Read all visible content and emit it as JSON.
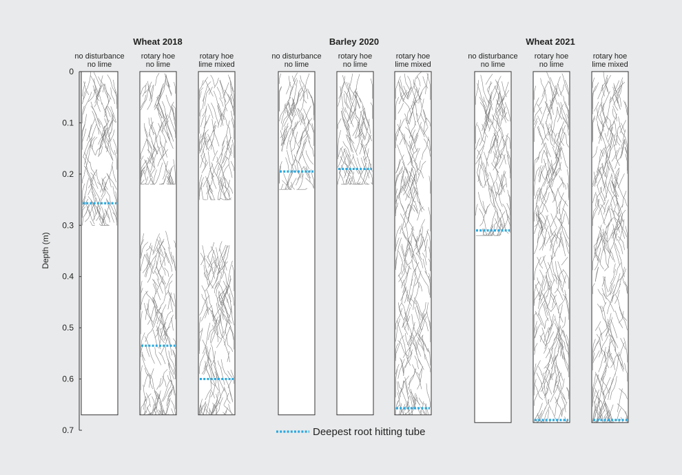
{
  "chart_data": {
    "type": "scatter",
    "ylabel": "Depth (m)",
    "yticks": [
      "0",
      "0.1",
      "0.2",
      "0.3",
      "0.4",
      "0.5",
      "0.6",
      "0.7"
    ],
    "ylim": [
      0,
      0.7
    ],
    "y_reversed": true,
    "legend": {
      "label": "Deepest root hitting tube",
      "color": "#29a8e0",
      "style": "dotted",
      "placement": "bottom-center"
    },
    "colors": {
      "background": "#e9eaeb",
      "tube": "#ffffff",
      "roots": "#555555",
      "marker": "#29a8e0"
    },
    "groups": [
      {
        "title": "Wheat 2018",
        "tubes": [
          {
            "label1": "no disturbance",
            "label2": "no lime",
            "bottom": 0.67,
            "deepest_root": 0.257,
            "root_zones": [
              [
                0.0,
                0.3
              ]
            ]
          },
          {
            "label1": "rotary hoe",
            "label2": "no lime",
            "bottom": 0.67,
            "deepest_root": 0.535,
            "root_zones": [
              [
                0.0,
                0.22
              ],
              [
                0.31,
                0.67
              ]
            ]
          },
          {
            "label1": "rotary hoe",
            "label2": "lime mixed",
            "bottom": 0.67,
            "deepest_root": 0.6,
            "root_zones": [
              [
                0.0,
                0.25
              ],
              [
                0.33,
                0.67
              ]
            ]
          }
        ]
      },
      {
        "title": "Barley 2020",
        "tubes": [
          {
            "label1": "no disturbance",
            "label2": "no lime",
            "bottom": 0.67,
            "deepest_root": 0.195,
            "root_zones": [
              [
                0.0,
                0.23
              ]
            ]
          },
          {
            "label1": "rotary hoe",
            "label2": "no lime",
            "bottom": 0.67,
            "deepest_root": 0.19,
            "root_zones": [
              [
                0.0,
                0.22
              ]
            ]
          },
          {
            "label1": "rotary hoe",
            "label2": "lime mixed",
            "bottom": 0.67,
            "deepest_root": 0.657,
            "root_zones": [
              [
                0.0,
                0.67
              ]
            ]
          }
        ]
      },
      {
        "title": "Wheat 2021",
        "tubes": [
          {
            "label1": "no disturbance",
            "label2": "no lime",
            "bottom": 0.685,
            "deepest_root": 0.31,
            "root_zones": [
              [
                0.0,
                0.32
              ]
            ]
          },
          {
            "label1": "rotary hoe",
            "label2": "no lime",
            "bottom": 0.685,
            "deepest_root": 0.68,
            "root_zones": [
              [
                0.0,
                0.685
              ]
            ]
          },
          {
            "label1": "rotary hoe",
            "label2": "lime mixed",
            "bottom": 0.685,
            "deepest_root": 0.68,
            "root_zones": [
              [
                0.0,
                0.685
              ]
            ]
          }
        ]
      }
    ]
  }
}
